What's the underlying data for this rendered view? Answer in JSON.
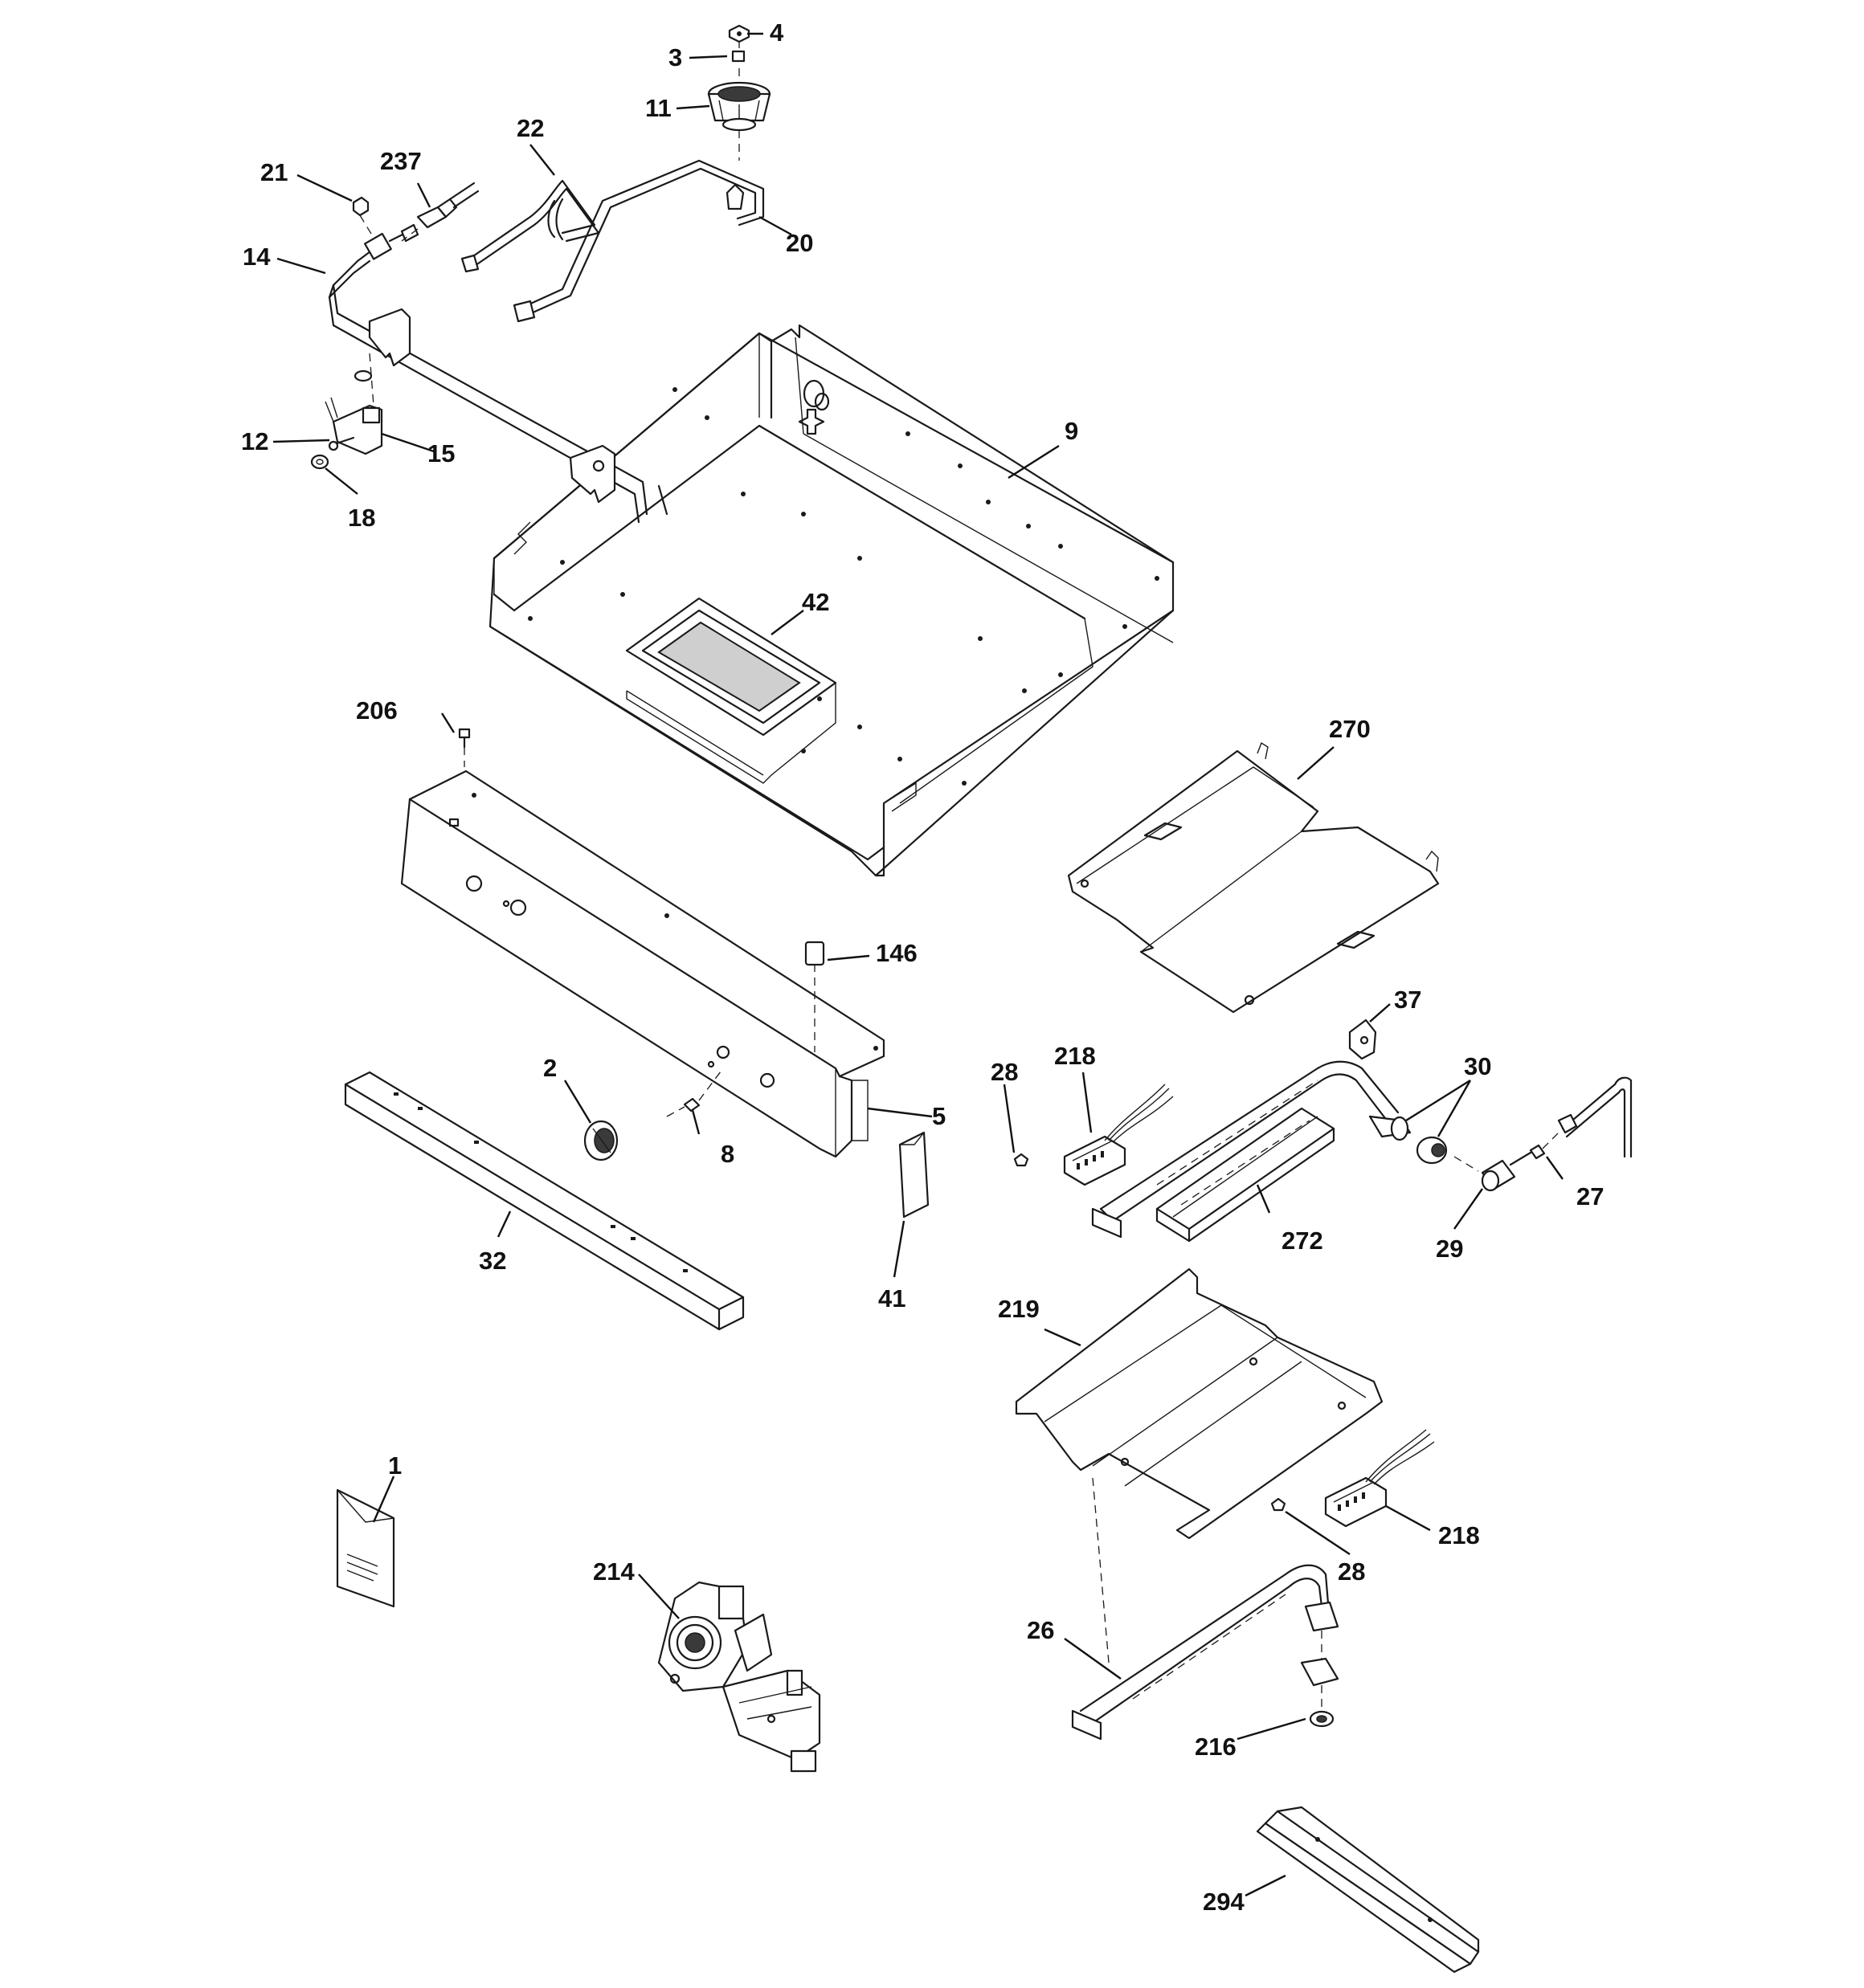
{
  "diagram": {
    "callouts": {
      "c1": "1",
      "c2": "2",
      "c3": "3",
      "c4": "4",
      "c5": "5",
      "c8": "8",
      "c9": "9",
      "c11": "11",
      "c12": "12",
      "c14": "14",
      "c15": "15",
      "c18": "18",
      "c20": "20",
      "c21": "21",
      "c22": "22",
      "c26": "26",
      "c27": "27",
      "c28a": "28",
      "c28b": "28",
      "c29": "29",
      "c30": "30",
      "c32": "32",
      "c37": "37",
      "c41": "41",
      "c42": "42",
      "c146": "146",
      "c206": "206",
      "c214": "214",
      "c216": "216",
      "c218a": "218",
      "c218b": "218",
      "c219": "219",
      "c237": "237",
      "c270": "270",
      "c272": "272",
      "c294": "294"
    }
  }
}
